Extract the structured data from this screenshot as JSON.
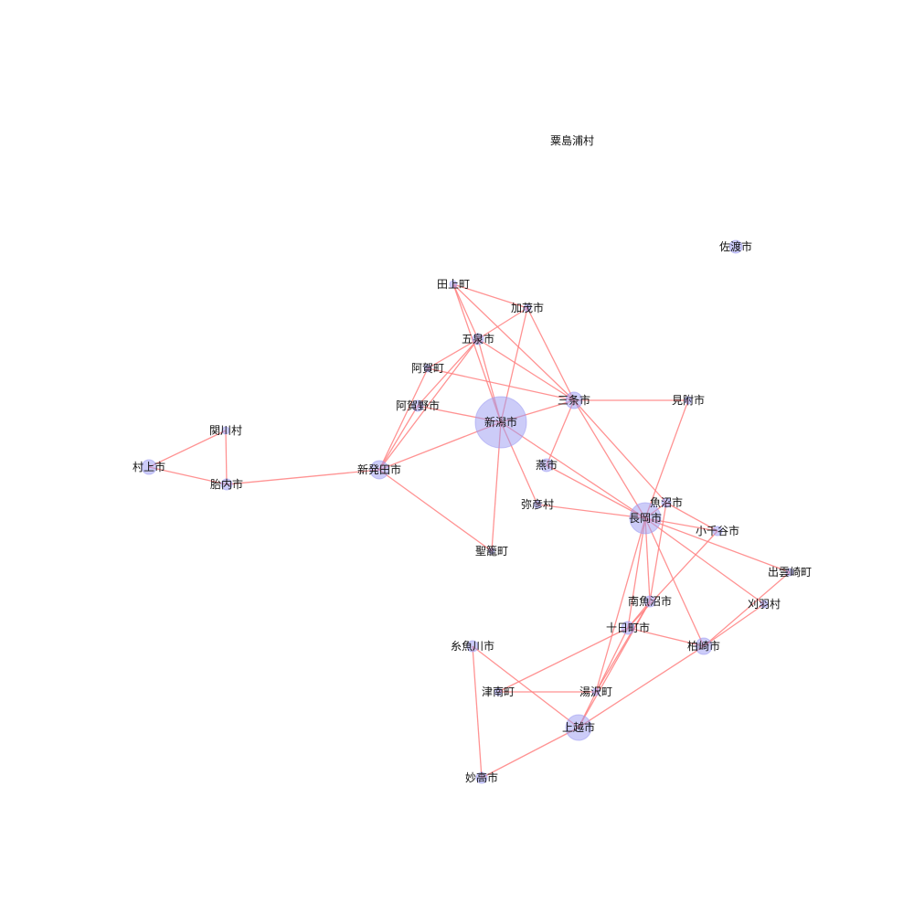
{
  "graph": {
    "nodes": [
      {
        "id": "awashimaura",
        "label": "粟島浦村",
        "size": 0
      },
      {
        "id": "sado",
        "label": "佐渡市",
        "size": 7
      },
      {
        "id": "tagami",
        "label": "田上町",
        "size": 4
      },
      {
        "id": "kamo",
        "label": "加茂市",
        "size": 4
      },
      {
        "id": "gosen",
        "label": "五泉市",
        "size": 6
      },
      {
        "id": "aga",
        "label": "阿賀町",
        "size": 4
      },
      {
        "id": "agano",
        "label": "阿賀野市",
        "size": 6
      },
      {
        "id": "niigata",
        "label": "新潟市",
        "size": 28
      },
      {
        "id": "sanjo",
        "label": "三条市",
        "size": 9
      },
      {
        "id": "mitsuke",
        "label": "見附市",
        "size": 4
      },
      {
        "id": "sekikawa",
        "label": "関川村",
        "size": 4
      },
      {
        "id": "murakami",
        "label": "村上市",
        "size": 8
      },
      {
        "id": "tainai",
        "label": "胎内市",
        "size": 6
      },
      {
        "id": "shibata",
        "label": "新発田市",
        "size": 10
      },
      {
        "id": "tsubame",
        "label": "燕市",
        "size": 7
      },
      {
        "id": "yahiko",
        "label": "弥彦村",
        "size": 4
      },
      {
        "id": "uonuma",
        "label": "魚沼市",
        "size": 5
      },
      {
        "id": "nagaoka",
        "label": "長岡市",
        "size": 17
      },
      {
        "id": "ojiya",
        "label": "小千谷市",
        "size": 5
      },
      {
        "id": "seiro",
        "label": "聖籠町",
        "size": 3
      },
      {
        "id": "izumozaki",
        "label": "出雲崎町",
        "size": 4
      },
      {
        "id": "minamiuonuma",
        "label": "南魚沼市",
        "size": 6
      },
      {
        "id": "kariwa",
        "label": "刈羽村",
        "size": 4
      },
      {
        "id": "tokamachi",
        "label": "十日町市",
        "size": 7
      },
      {
        "id": "itoigawa",
        "label": "糸魚川市",
        "size": 6
      },
      {
        "id": "kashiwazaki",
        "label": "柏崎市",
        "size": 9
      },
      {
        "id": "tsunan",
        "label": "津南町",
        "size": 4
      },
      {
        "id": "yuzawa",
        "label": "湯沢町",
        "size": 4
      },
      {
        "id": "joetsu",
        "label": "上越市",
        "size": 14
      },
      {
        "id": "myoko",
        "label": "妙高市",
        "size": 6
      }
    ],
    "edges": [
      [
        "tagami",
        "kamo"
      ],
      [
        "tagami",
        "gosen"
      ],
      [
        "tagami",
        "niigata"
      ],
      [
        "tagami",
        "sanjo"
      ],
      [
        "kamo",
        "gosen"
      ],
      [
        "kamo",
        "niigata"
      ],
      [
        "kamo",
        "sanjo"
      ],
      [
        "gosen",
        "aga"
      ],
      [
        "gosen",
        "agano"
      ],
      [
        "gosen",
        "niigata"
      ],
      [
        "gosen",
        "sanjo"
      ],
      [
        "gosen",
        "shibata"
      ],
      [
        "aga",
        "sanjo"
      ],
      [
        "aga",
        "shibata"
      ],
      [
        "agano",
        "niigata"
      ],
      [
        "agano",
        "shibata"
      ],
      [
        "niigata",
        "shibata"
      ],
      [
        "niigata",
        "sanjo"
      ],
      [
        "niigata",
        "seiro"
      ],
      [
        "niigata",
        "yahiko"
      ],
      [
        "niigata",
        "nagaoka"
      ],
      [
        "sanjo",
        "mitsuke"
      ],
      [
        "sanjo",
        "tsubame"
      ],
      [
        "sanjo",
        "uonuma"
      ],
      [
        "sanjo",
        "nagaoka"
      ],
      [
        "mitsuke",
        "nagaoka"
      ],
      [
        "sekikawa",
        "murakami"
      ],
      [
        "sekikawa",
        "tainai"
      ],
      [
        "murakami",
        "tainai"
      ],
      [
        "tainai",
        "shibata"
      ],
      [
        "shibata",
        "seiro"
      ],
      [
        "tsubame",
        "nagaoka"
      ],
      [
        "yahiko",
        "nagaoka"
      ],
      [
        "uonuma",
        "nagaoka"
      ],
      [
        "uonuma",
        "ojiya"
      ],
      [
        "uonuma",
        "minamiuonuma"
      ],
      [
        "nagaoka",
        "ojiya"
      ],
      [
        "nagaoka",
        "izumozaki"
      ],
      [
        "nagaoka",
        "kariwa"
      ],
      [
        "nagaoka",
        "kashiwazaki"
      ],
      [
        "nagaoka",
        "minamiuonuma"
      ],
      [
        "nagaoka",
        "tokamachi"
      ],
      [
        "nagaoka",
        "yuzawa"
      ],
      [
        "ojiya",
        "tokamachi"
      ],
      [
        "izumozaki",
        "kashiwazaki"
      ],
      [
        "kariwa",
        "kashiwazaki"
      ],
      [
        "minamiuonuma",
        "tokamachi"
      ],
      [
        "minamiuonuma",
        "yuzawa"
      ],
      [
        "minamiuonuma",
        "joetsu"
      ],
      [
        "tokamachi",
        "kashiwazaki"
      ],
      [
        "tokamachi",
        "tsunan"
      ],
      [
        "tokamachi",
        "joetsu"
      ],
      [
        "kashiwazaki",
        "joetsu"
      ],
      [
        "itoigawa",
        "joetsu"
      ],
      [
        "itoigawa",
        "myoko"
      ],
      [
        "tsunan",
        "yuzawa"
      ],
      [
        "joetsu",
        "myoko"
      ]
    ]
  }
}
